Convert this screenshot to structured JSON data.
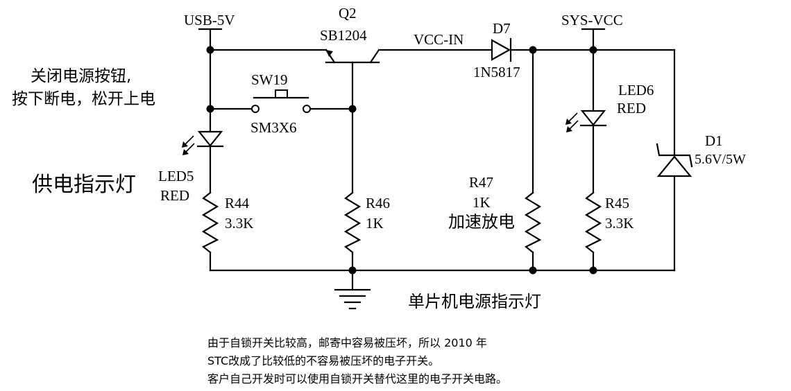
{
  "nets": {
    "usb_5v": "USB-5V",
    "vcc_in": "VCC-IN",
    "sys_vcc": "SYS-VCC"
  },
  "components": {
    "q2": {
      "ref": "Q2",
      "value": "SB1204"
    },
    "d7": {
      "ref": "D7",
      "value": "1N5817"
    },
    "sw19": {
      "ref": "SW19",
      "value": "SM3X6"
    },
    "led5": {
      "ref": "LED5",
      "value": "RED"
    },
    "led6": {
      "ref": "LED6",
      "value": "RED"
    },
    "d1": {
      "ref": "D1",
      "value": "5.6V/5W"
    },
    "r44": {
      "ref": "R44",
      "value": "3.3K"
    },
    "r46": {
      "ref": "R46",
      "value": "1K"
    },
    "r47": {
      "ref": "R47",
      "value": "1K"
    },
    "r45": {
      "ref": "R45",
      "value": "3.3K"
    }
  },
  "annotations": {
    "switch_note_line1": "关闭电源按钮,",
    "switch_note_line2": "按下断电，松开上电",
    "power_indicator": "供电指示灯",
    "fast_discharge": "加速放电",
    "mcu_power_indicator": "单片机电源指示灯"
  },
  "footnote": {
    "line1": "由于自锁开关比较高，邮寄中容易被压坏，所以 2010 年",
    "line2": "STC改成了比较低的不容易被压坏的电子开关。",
    "line3": "客户自己开发时可以使用自锁开关替代这里的电子开关电路。"
  }
}
